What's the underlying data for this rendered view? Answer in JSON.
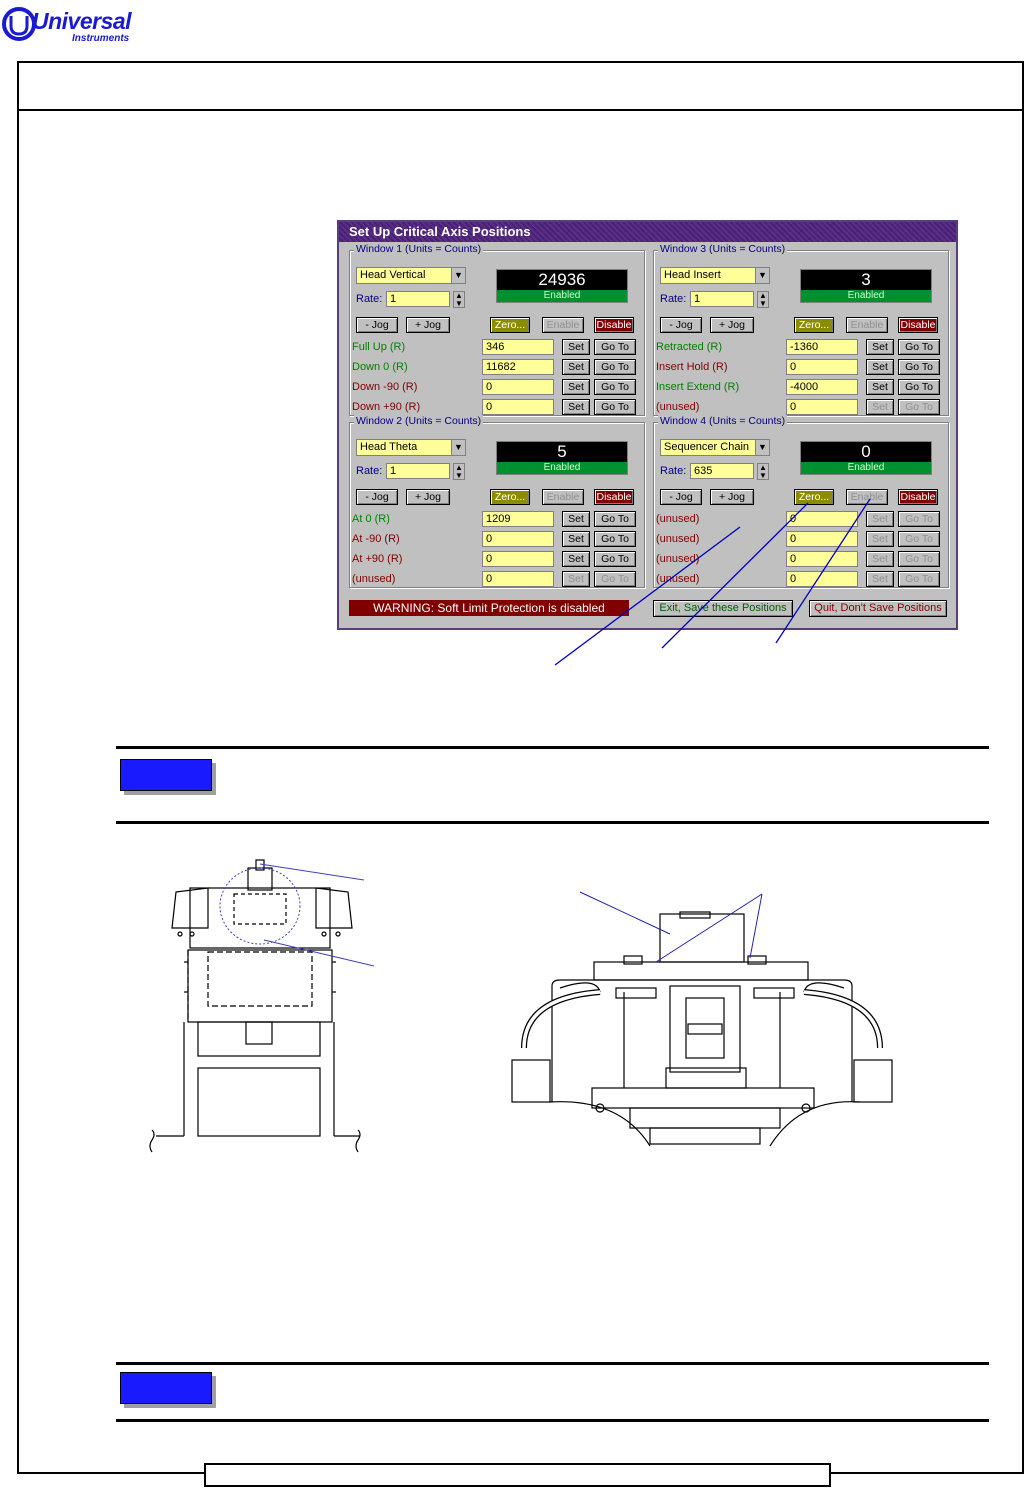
{
  "logo": {
    "word": "Universal",
    "sub": "Instruments"
  },
  "dialog": {
    "title": "Set Up Critical Axis Positions",
    "windows": [
      {
        "label": "Window 1 (Units = Counts)",
        "axis": "Head Vertical",
        "rate": "1",
        "display_value": "24936",
        "display_status": "Enabled",
        "rows": [
          {
            "label": "Full Up (R)",
            "value": "346",
            "color": "green",
            "active": true
          },
          {
            "label": "Down 0 (R)",
            "value": "11682",
            "color": "green",
            "active": true
          },
          {
            "label": "Down -90 (R)",
            "value": "0",
            "color": "red",
            "active": true
          },
          {
            "label": "Down +90 (R)",
            "value": "0",
            "color": "red",
            "active": true
          }
        ]
      },
      {
        "label": "Window 3 (Units = Counts)",
        "axis": "Head Insert",
        "rate": "1",
        "display_value": "3",
        "display_status": "Enabled",
        "rows": [
          {
            "label": "Retracted (R)",
            "value": "-1360",
            "color": "green",
            "active": true
          },
          {
            "label": "Insert Hold (R)",
            "value": "0",
            "color": "red",
            "active": true
          },
          {
            "label": "Insert Extend (R)",
            "value": "-4000",
            "color": "green",
            "active": true
          },
          {
            "label": "(unused)",
            "value": "0",
            "color": "red",
            "active": false
          }
        ]
      },
      {
        "label": "Window 2 (Units = Counts)",
        "axis": "Head Theta",
        "rate": "1",
        "display_value": "5",
        "display_status": "Enabled",
        "rows": [
          {
            "label": "At 0 (R)",
            "value": "1209",
            "color": "green",
            "active": true
          },
          {
            "label": "At -90 (R)",
            "value": "0",
            "color": "red",
            "active": true
          },
          {
            "label": "At +90 (R)",
            "value": "0",
            "color": "red",
            "active": true
          },
          {
            "label": "(unused)",
            "value": "0",
            "color": "red",
            "active": false
          }
        ]
      },
      {
        "label": "Window 4 (Units = Counts)",
        "axis": "Sequencer Chain",
        "rate": "635",
        "display_value": "0",
        "display_status": "Enabled",
        "rows": [
          {
            "label": "(unused)",
            "value": "0",
            "color": "red",
            "active": false
          },
          {
            "label": "(unused)",
            "value": "0",
            "color": "red",
            "active": false
          },
          {
            "label": "(unused)",
            "value": "0",
            "color": "red",
            "active": false
          },
          {
            "label": "(unused)",
            "value": "0",
            "color": "red",
            "active": false
          }
        ]
      }
    ],
    "labels": {
      "rate": "Rate:",
      "jog_minus": "- Jog",
      "jog_plus": "+ Jog",
      "zero": "Zero...",
      "enable": "Enable",
      "disable": "Disable",
      "set": "Set",
      "goto": "Go To"
    },
    "warning": "WARNING: Soft Limit Protection is disabled",
    "exit_save": "Exit, Save these Positions",
    "quit": "Quit, Don't Save Positions"
  },
  "colors": {
    "title_bar": "#4a1f78",
    "accent_green": "#008000",
    "accent_red": "#800000",
    "note_badge": "#1a1aff"
  }
}
